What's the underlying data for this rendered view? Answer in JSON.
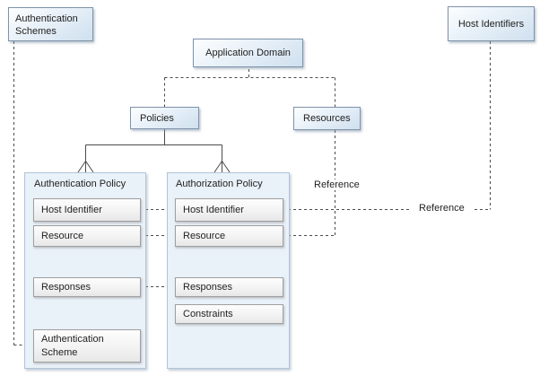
{
  "colors": {
    "node_border": "#7e93a9",
    "node_fill_light": "#fdfeff",
    "node_fill_dark": "#cfe0ef",
    "container_fill": "#e9f1f9",
    "container_border": "#b2c5d8",
    "row_border": "#9f9f9f",
    "row_fill_light": "#fdfdfd",
    "row_fill_dark": "#e7e7e7",
    "connector": "#4a4a4a",
    "text": "#1f1f1f",
    "background": "#ffffff"
  },
  "nodes": {
    "authentication_schemes": {
      "label": "Authentication Schemes"
    },
    "host_identifiers": {
      "label": "Host Identifiers"
    },
    "application_domain": {
      "label": "Application Domain"
    },
    "policies": {
      "label": "Policies"
    },
    "resources": {
      "label": "Resources"
    },
    "authentication_policy": {
      "title": "Authentication Policy",
      "rows": [
        "Host Identifier",
        "Resource",
        "Responses",
        "Authentication Scheme"
      ]
    },
    "authorization_policy": {
      "title": "Authorization Policy",
      "rows": [
        "Host Identifier",
        "Resource",
        "Responses",
        "Constraints"
      ]
    }
  },
  "labels": {
    "reference_resources": "Reference",
    "reference_host_identifiers": "Reference"
  }
}
